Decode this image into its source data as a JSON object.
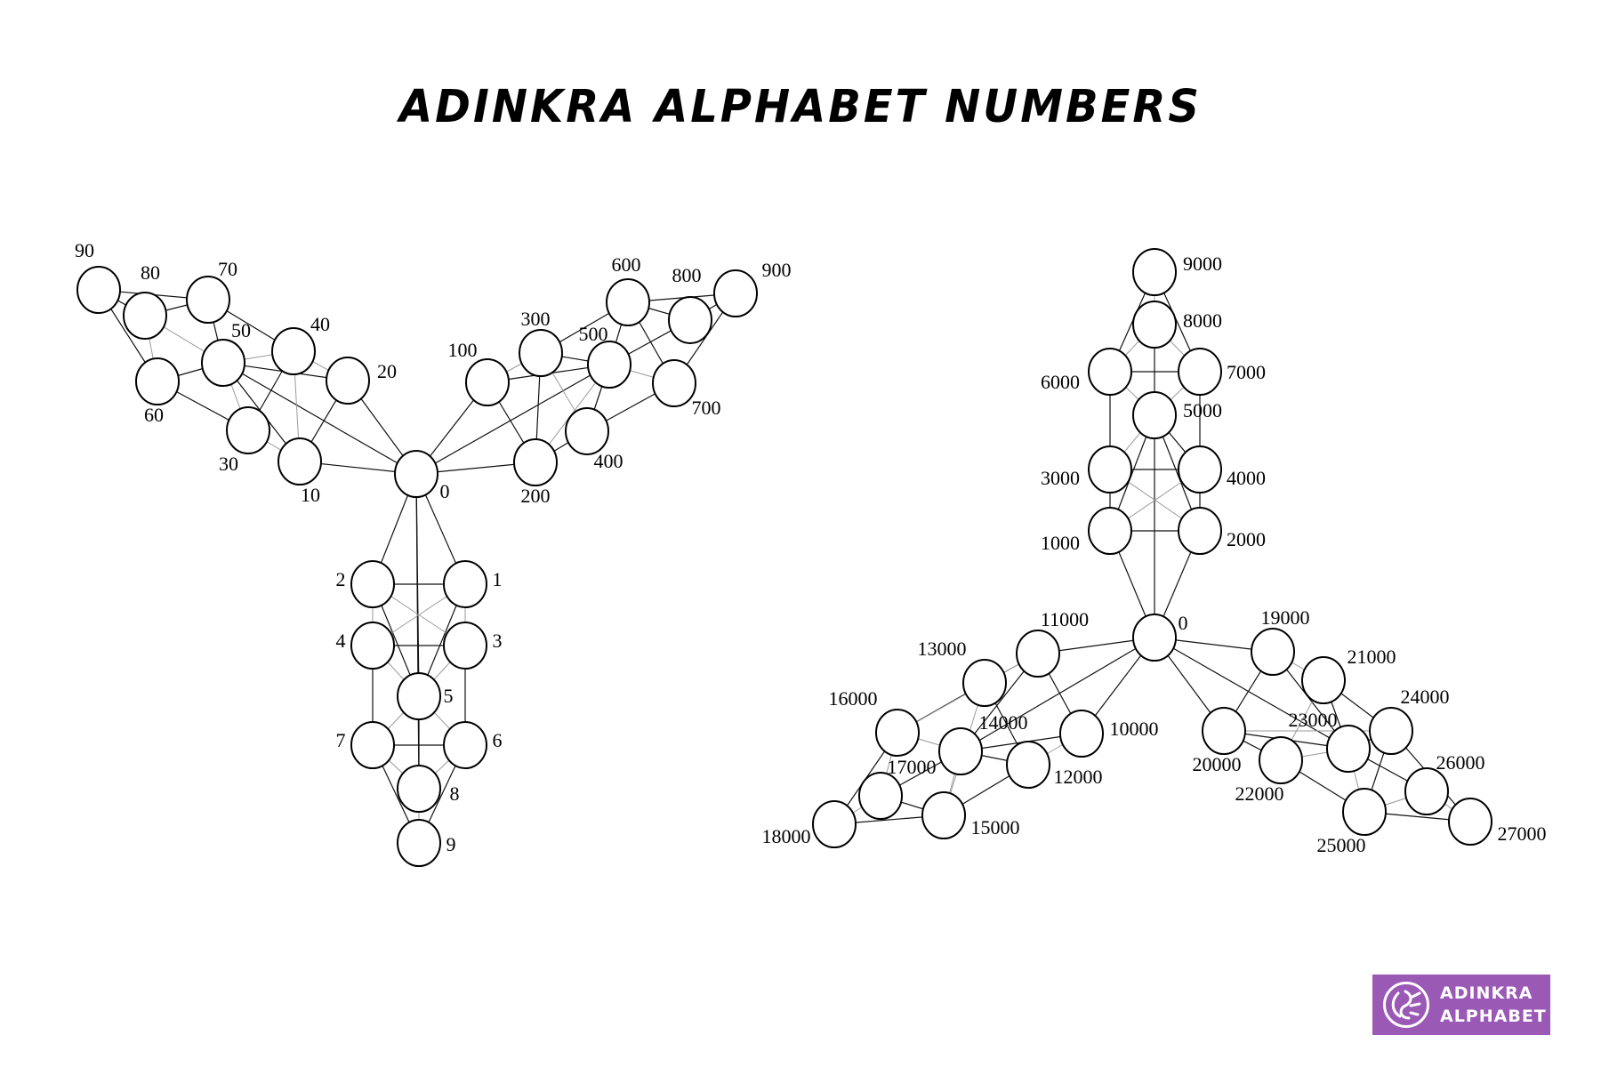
{
  "title": "ADINKRA ALPHABET NUMBERS",
  "logo": {
    "line1": "ADINKRA",
    "line2": "ALPHABET",
    "background": "#9b59b6",
    "icon": "adinkra-symbol-icon"
  },
  "graphs": [
    {
      "id": "units-tens-hundreds",
      "nodes": [
        "0",
        "1",
        "2",
        "3",
        "4",
        "5",
        "6",
        "7",
        "8",
        "9",
        "10",
        "20",
        "30",
        "40",
        "50",
        "60",
        "70",
        "80",
        "90",
        "100",
        "200",
        "300",
        "400",
        "500",
        "600",
        "700",
        "800",
        "900"
      ]
    },
    {
      "id": "thousands",
      "nodes": [
        "0",
        "1000",
        "2000",
        "3000",
        "4000",
        "5000",
        "6000",
        "7000",
        "8000",
        "9000",
        "10000",
        "11000",
        "12000",
        "13000",
        "14000",
        "15000",
        "16000",
        "17000",
        "18000",
        "19000",
        "20000",
        "21000",
        "22000",
        "23000",
        "24000",
        "25000",
        "26000",
        "27000"
      ]
    }
  ]
}
